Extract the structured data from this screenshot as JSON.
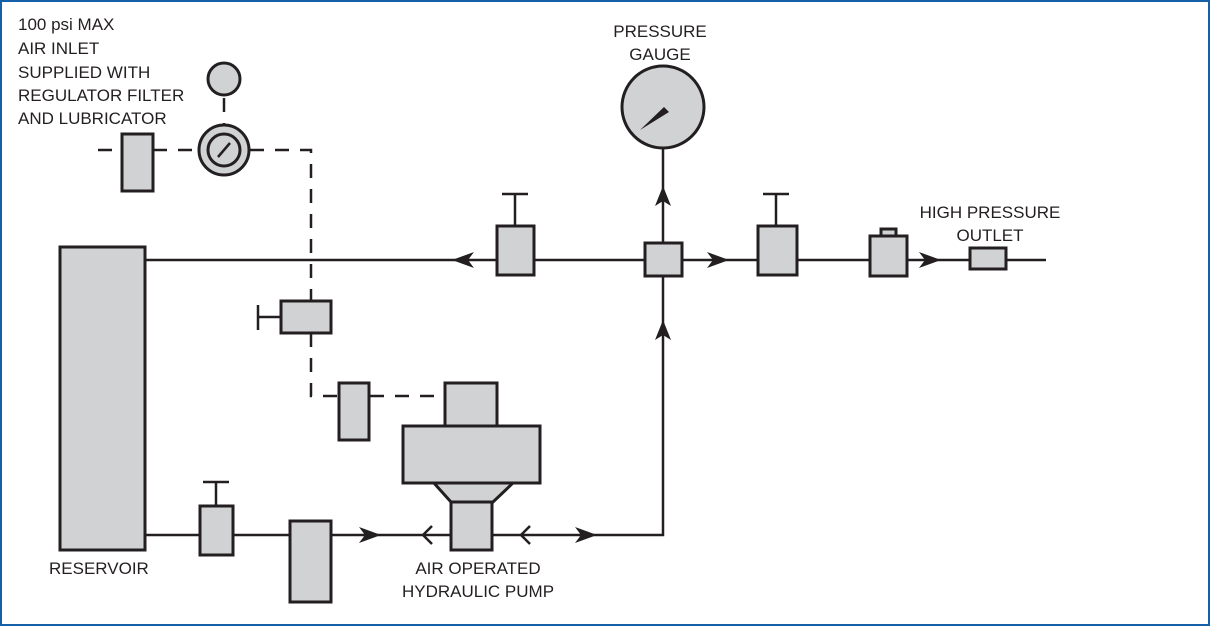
{
  "diagram": {
    "title": "Air operated hydraulic pump system schematic",
    "labels": {
      "air_inlet": [
        "100 psi MAX",
        "AIR INLET",
        "SUPPLIED WITH",
        "REGULATOR FILTER",
        "AND LUBRICATOR"
      ],
      "pressure_gauge": [
        "PRESSURE",
        "GAUGE"
      ],
      "high_pressure_outlet": [
        "HIGH PRESSURE",
        "OUTLET"
      ],
      "reservoir": "RESERVOIR",
      "pump": [
        "AIR OPERATED",
        "HYDRAULIC PUMP"
      ]
    },
    "colors": {
      "frame": "#1560a8",
      "component_fill": "#d1d2d4",
      "stroke": "#231f20"
    },
    "components": [
      "air-filter",
      "air-regulator-gauge",
      "air-inlet-gauge",
      "air-valve",
      "air-lubricator",
      "reservoir",
      "reservoir-shutoff-valve",
      "suction-filter",
      "hydraulic-pump",
      "return-valve",
      "tee-fitting",
      "pressure-gauge",
      "outlet-valve",
      "check-valve",
      "outlet-coupling"
    ]
  }
}
